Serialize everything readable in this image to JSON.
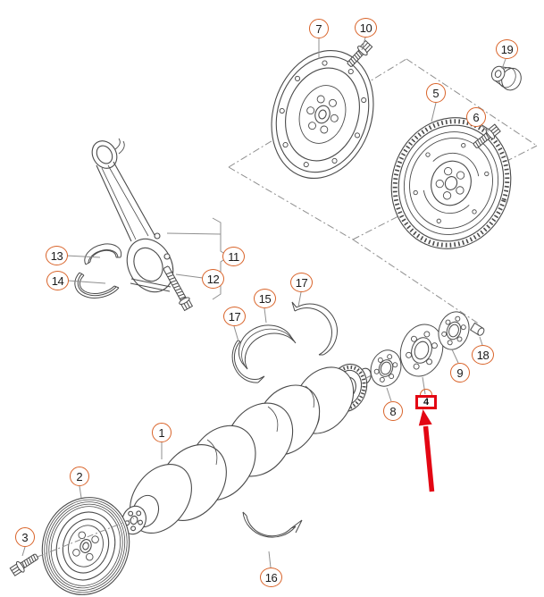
{
  "diagram": {
    "callouts": {
      "c1": {
        "label": "1"
      },
      "c2": {
        "label": "2"
      },
      "c3": {
        "label": "3"
      },
      "c5": {
        "label": "5"
      },
      "c6": {
        "label": "6"
      },
      "c7": {
        "label": "7"
      },
      "c8": {
        "label": "8"
      },
      "c9": {
        "label": "9"
      },
      "c10": {
        "label": "10"
      },
      "c11": {
        "label": "11"
      },
      "c12": {
        "label": "12"
      },
      "c13": {
        "label": "13"
      },
      "c14": {
        "label": "14"
      },
      "c15": {
        "label": "15"
      },
      "c16": {
        "label": "16"
      },
      "c17a": {
        "label": "17"
      },
      "c17b": {
        "label": "17"
      },
      "c18": {
        "label": "18"
      },
      "c19": {
        "label": "19"
      }
    },
    "highlight": {
      "label": "4"
    }
  },
  "colors": {
    "callout_outline": "#D96329",
    "highlight_red": "#E30613",
    "part_line": "#4a4a4a",
    "leader_line": "#8f8f8f",
    "background": "#ffffff"
  }
}
